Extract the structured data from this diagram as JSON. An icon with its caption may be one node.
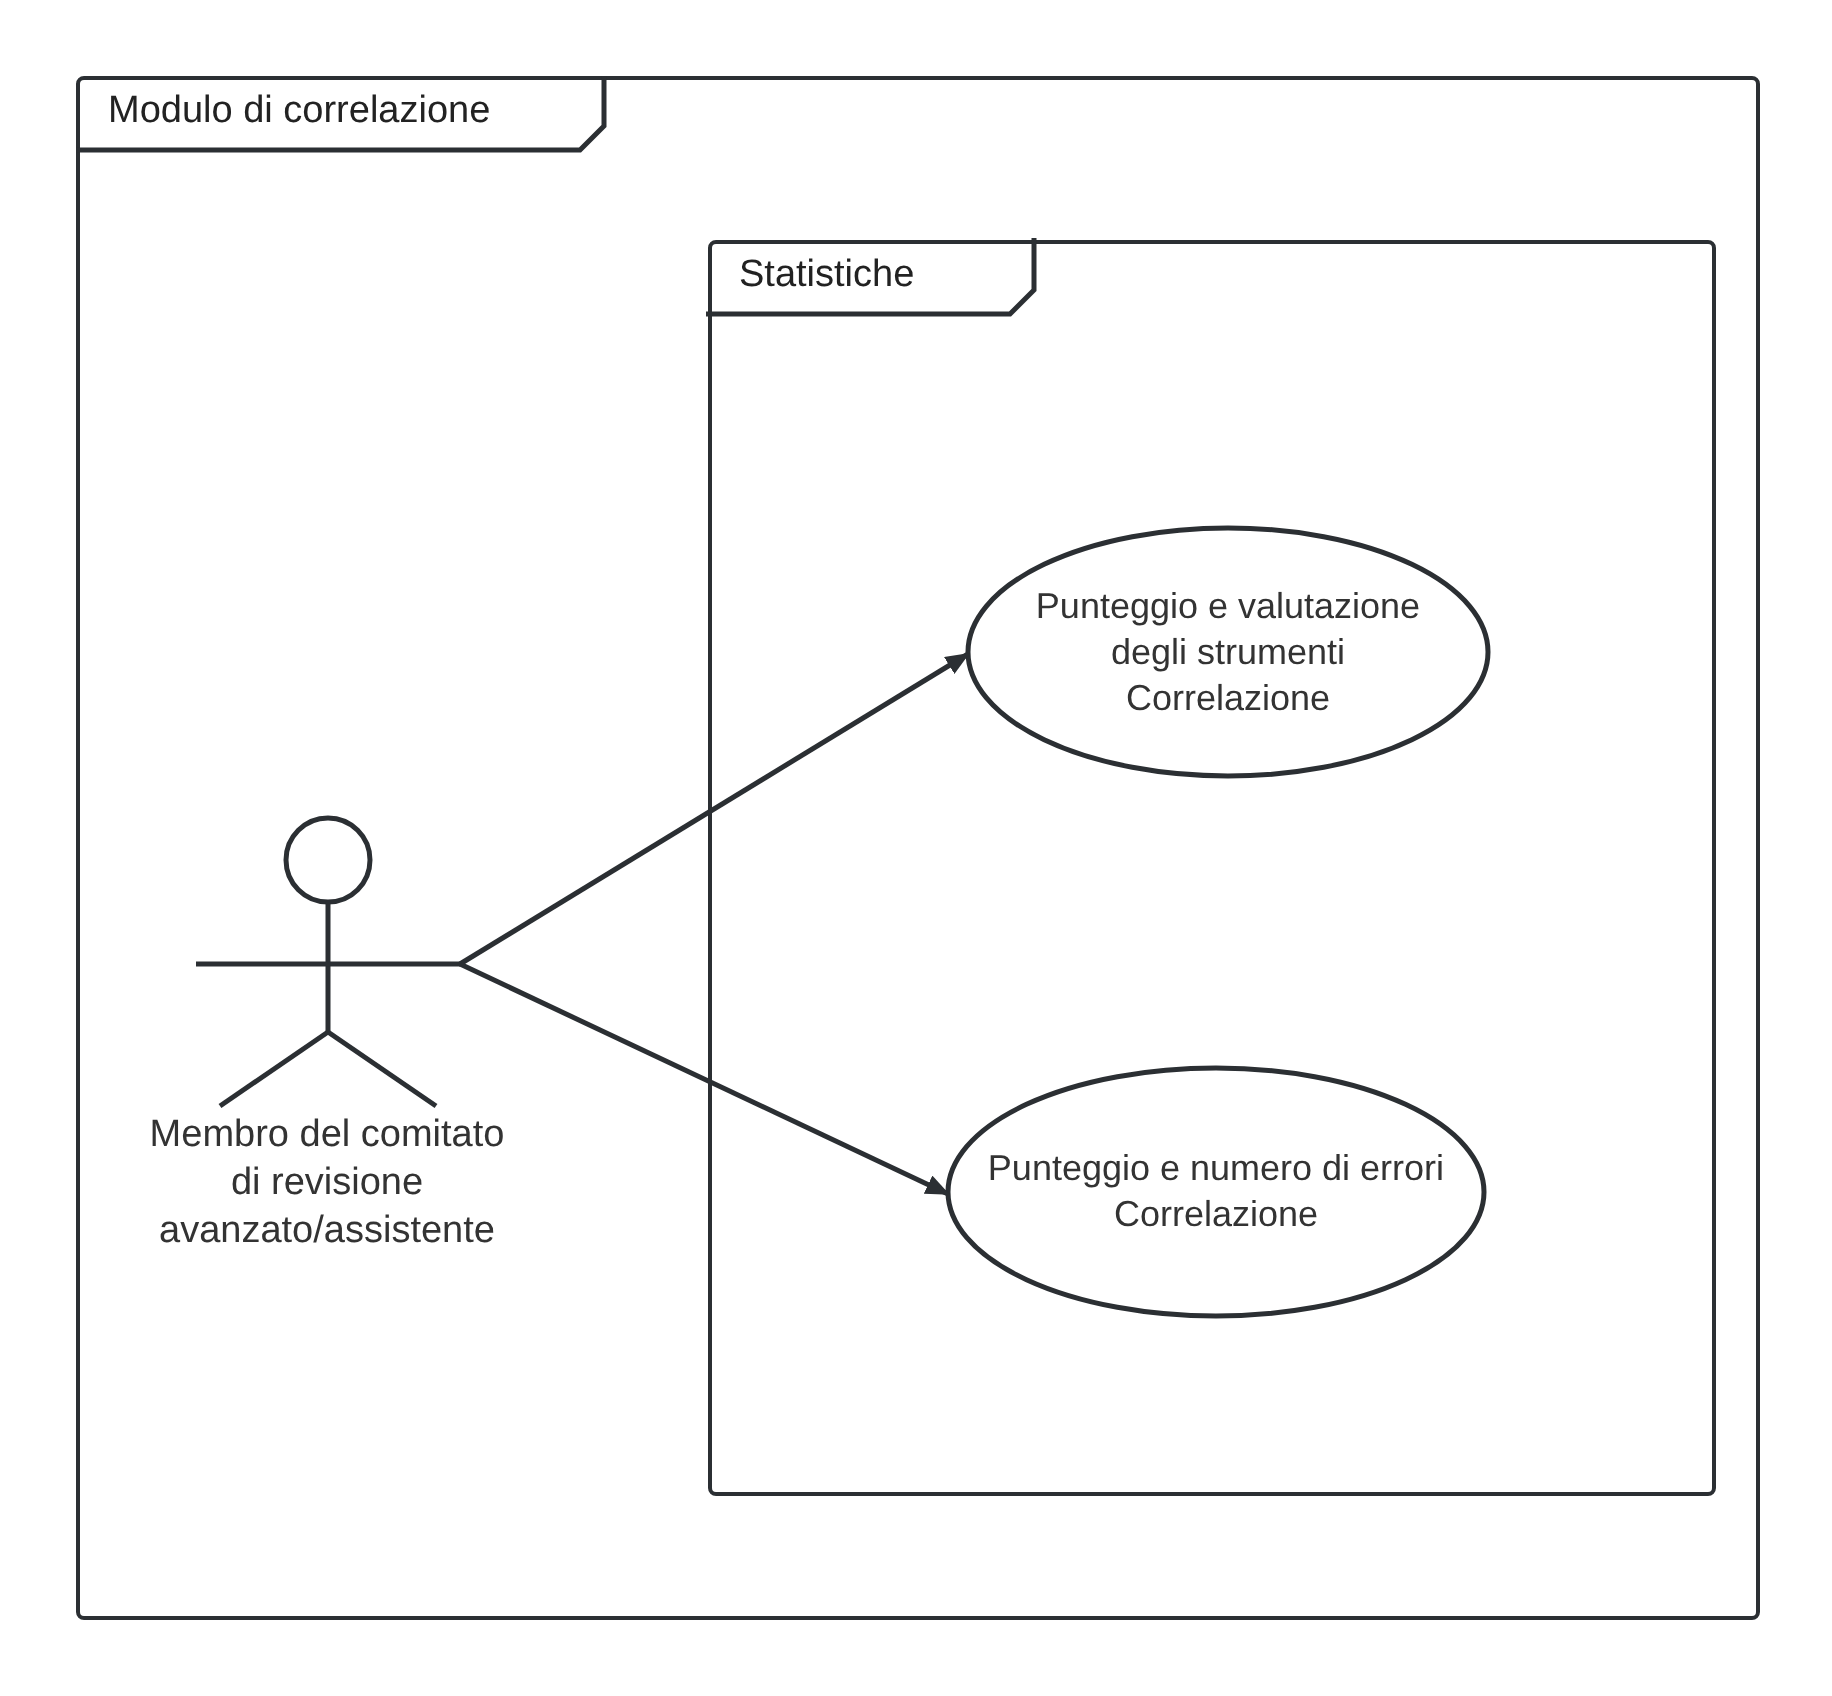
{
  "diagram": {
    "nodes": [
      {
        "text": [
          "Modulo di correlazione"
        ]
      },
      {
        "text": [
          "Statistiche"
        ],
        "in": 0
      },
      {
        "text": [
          "Punteggio e valutazione degli strumenti",
          "Correlazione"
        ],
        "in": 1
      },
      {
        "text": [
          "Punteggio e numero di errori",
          "Correlazione"
        ],
        "in": 1
      },
      {
        "text": [
          "Membro del comitato di revisione avanzato/assistente"
        ],
        "in": 0
      }
    ],
    "edges": [
      {
        "from": 4,
        "to": 2,
        "arrow": "to"
      },
      {
        "from": 4,
        "to": 3,
        "arrow": "to"
      }
    ]
  }
}
